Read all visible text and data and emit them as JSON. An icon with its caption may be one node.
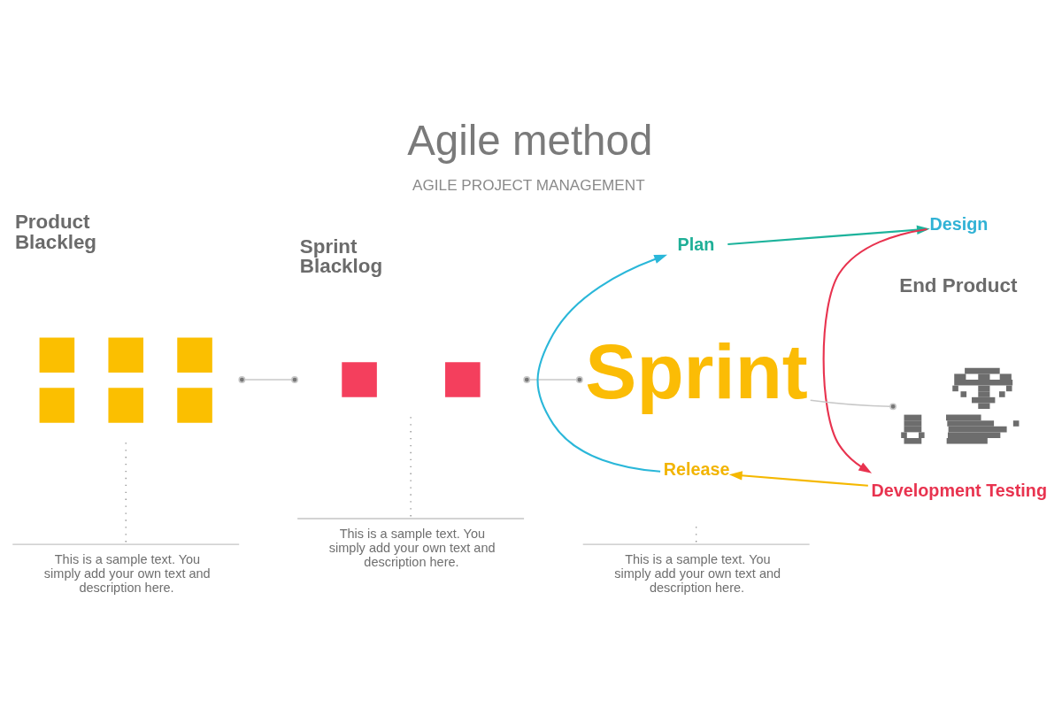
{
  "diagram": {
    "title": "Agile method",
    "caption": "AGILE PROJECT MANAGEMENT",
    "nodes": [
      {
        "text": [
          "Product Blackleg"
        ],
        "beside": [
          "This is a sample text. You simply add your own text and description here."
        ]
      },
      {
        "text": [
          "Sprint Blacklog"
        ],
        "beside": [
          "This is a sample text. You simply add your own text and description here."
        ]
      },
      {
        "text": [
          "Plan"
        ]
      },
      {
        "text": [
          "Design"
        ]
      },
      {
        "text": [
          "End Product"
        ]
      },
      {
        "text": [
          "Sprint"
        ]
      },
      {
        "text": [
          "Release"
        ]
      },
      {
        "text": [
          "Development Testing"
        ]
      }
    ],
    "edges": [
      {
        "from": 0,
        "to": 1,
        "arrow": "other"
      },
      {
        "from": 1,
        "to": 5,
        "arrow": "other"
      },
      {
        "from": 5,
        "to": 4,
        "arrow": "other"
      },
      {
        "from": 2,
        "to": 3,
        "arrow": "to",
        "color": "#1db39c"
      },
      {
        "from": 3,
        "to": 7,
        "arrow": "to",
        "color": "#e8334f"
      },
      {
        "from": 7,
        "to": 6,
        "arrow": "to",
        "color": "#f5b800"
      },
      {
        "from": 6,
        "to": 2,
        "arrow": "to",
        "color": "#2ab7d9"
      }
    ],
    "labels": [
      "This is a sample text. You simply add your own text and description here."
    ]
  }
}
